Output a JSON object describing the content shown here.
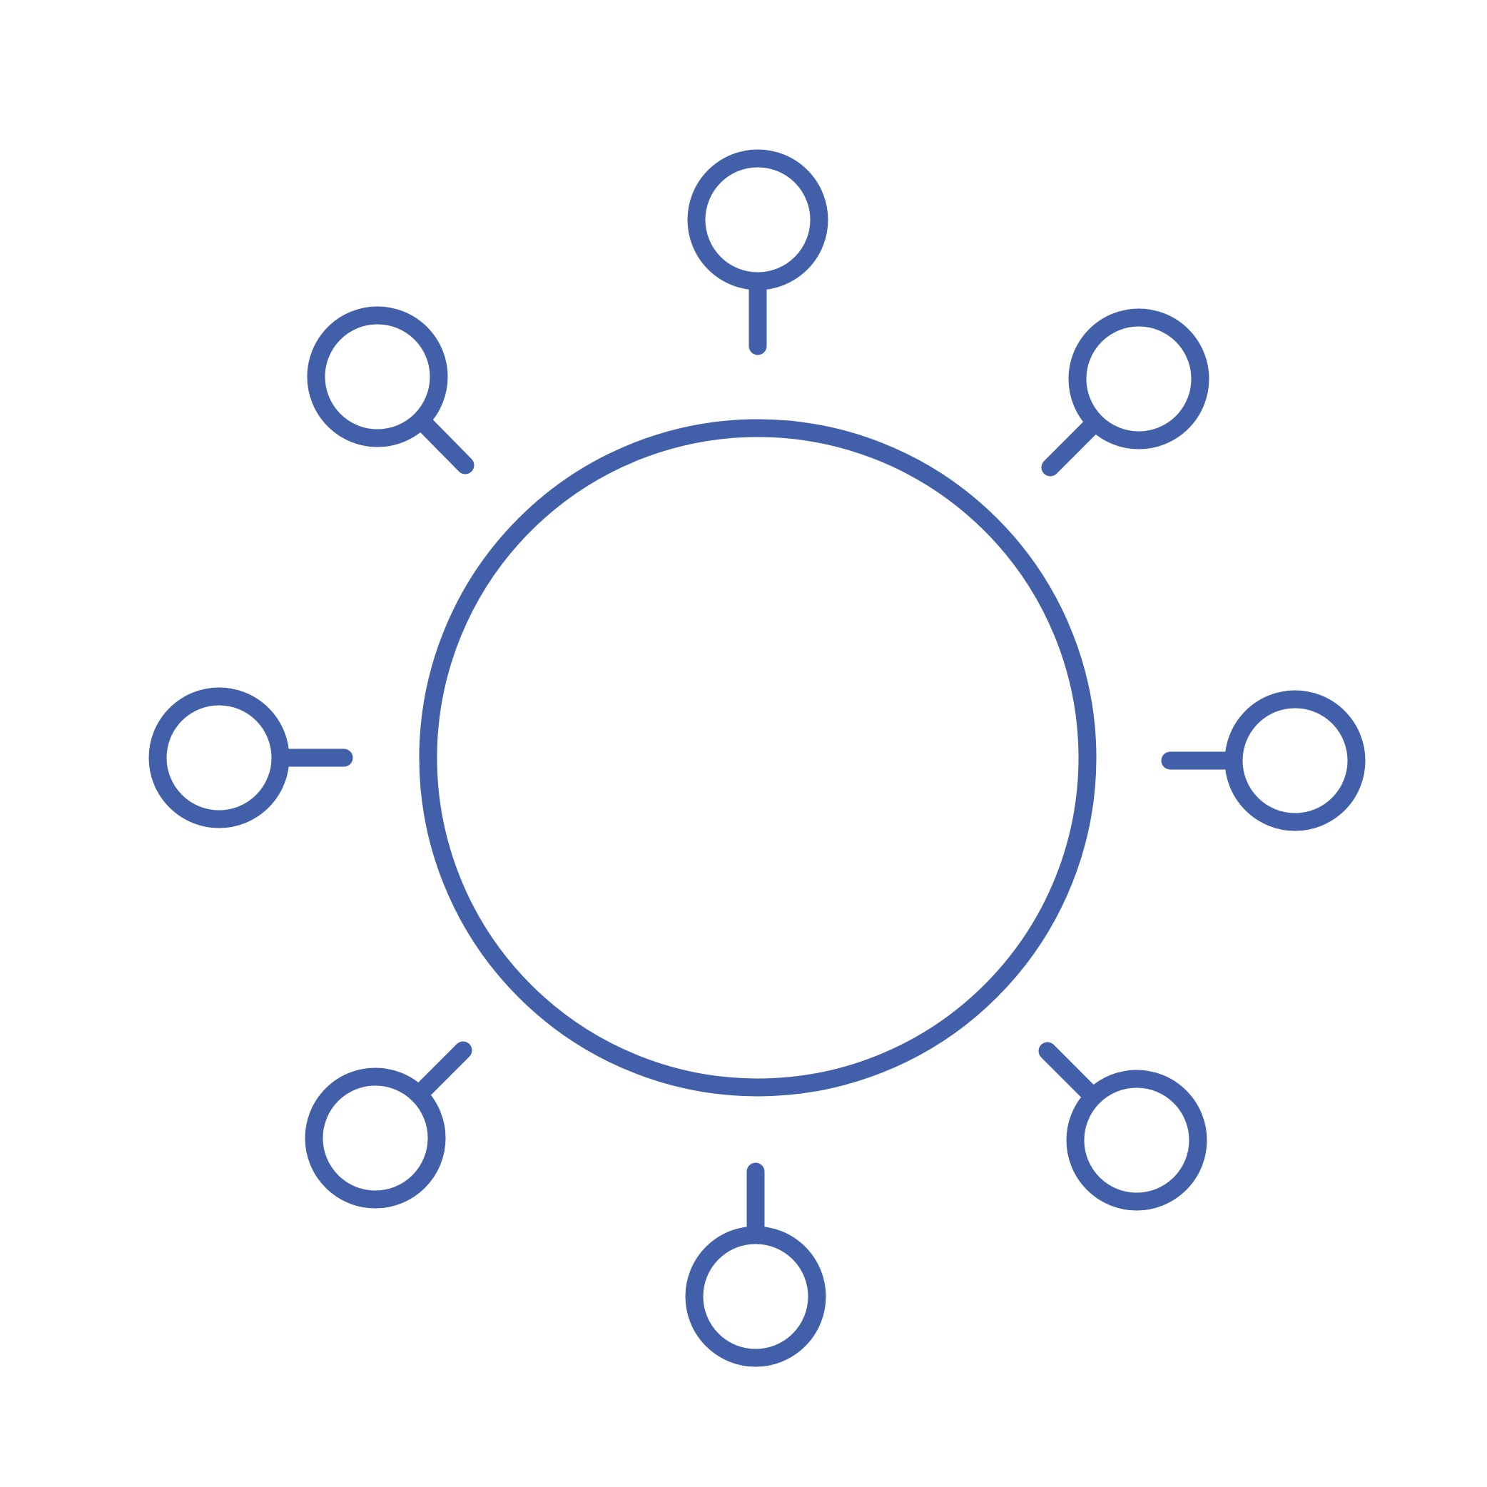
{
  "diagram": {
    "kind": "hub-and-spoke",
    "stroke_color": "#4260AA",
    "background_color": "#ffffff",
    "hub": {
      "shape": "circle",
      "fill": "none"
    },
    "satellites": [
      {
        "id": "top",
        "shape": "circle-with-stem"
      },
      {
        "id": "top-right",
        "shape": "circle-with-stem"
      },
      {
        "id": "right",
        "shape": "circle-with-stem"
      },
      {
        "id": "bottom-right",
        "shape": "circle-with-stem"
      },
      {
        "id": "bottom",
        "shape": "circle-with-stem"
      },
      {
        "id": "bottom-left",
        "shape": "circle-with-stem"
      },
      {
        "id": "left",
        "shape": "circle-with-stem"
      },
      {
        "id": "top-left",
        "shape": "circle-with-stem"
      }
    ]
  }
}
